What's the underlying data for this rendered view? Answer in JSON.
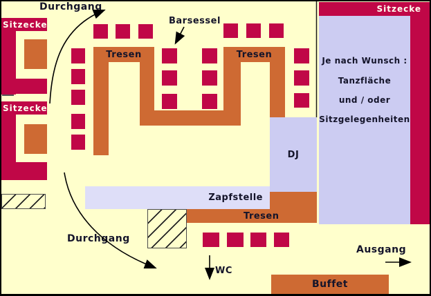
{
  "diagram": {
    "type": "bar-floor-plan",
    "labels": {
      "durchgang_top": "Durchgang",
      "durchgang_bottom": "Durchgang",
      "sitzecke_left_top": "Sitzecke",
      "sitzecke_left_bottom": "Sitzecke",
      "sitzecke_right": "Sitzecke",
      "barsessel": "Barsessel",
      "tresen_left": "Tresen",
      "tresen_right": "Tresen",
      "tresen_bottom": "Tresen",
      "zapfstelle": "Zapfstelle",
      "dj": "DJ",
      "wc": "WC",
      "ausgang": "Ausgang",
      "buffet": "Buffet",
      "wish_line1": "Je nach Wunsch :",
      "wish_line2": "Tanzfläche",
      "wish_line3": "und / oder",
      "wish_line4": "Sitzgelegenheiten"
    },
    "colors": {
      "background": "#FFFFCC",
      "crimson": "#C00747",
      "orange": "#CE6A33",
      "lavender": "#CCCCF2",
      "lavender_light": "#DEDEF8",
      "label": "#14142A",
      "label_on_crimson": "#FFFFF0"
    }
  }
}
